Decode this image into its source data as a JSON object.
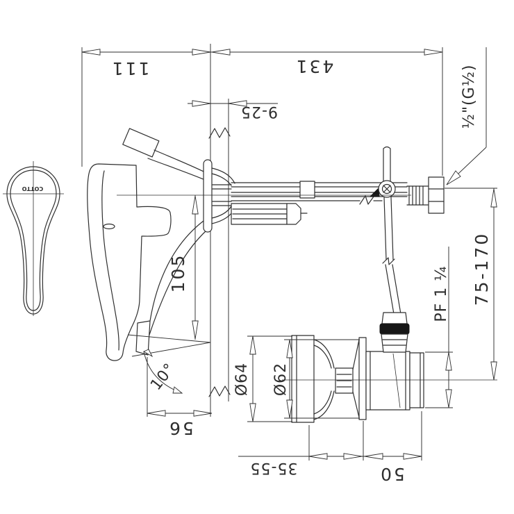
{
  "drawing": {
    "brand_logo": "COTTO",
    "dimensions": {
      "handle_projection": "111",
      "total_depth": "431",
      "wall_thickness_range": "9-25",
      "inlet_thread": "½\"(G½)",
      "adjustable_length": "75-170",
      "outlet_thread": "PF 1 ¼",
      "spout_drop_height": "105",
      "spout_angle": "10°",
      "spout_reach": "56",
      "flange_outer_diameter": "Ø64",
      "cover_diameter": "Ø62",
      "embed_depth_range": "35-55",
      "union_length": "50"
    }
  }
}
